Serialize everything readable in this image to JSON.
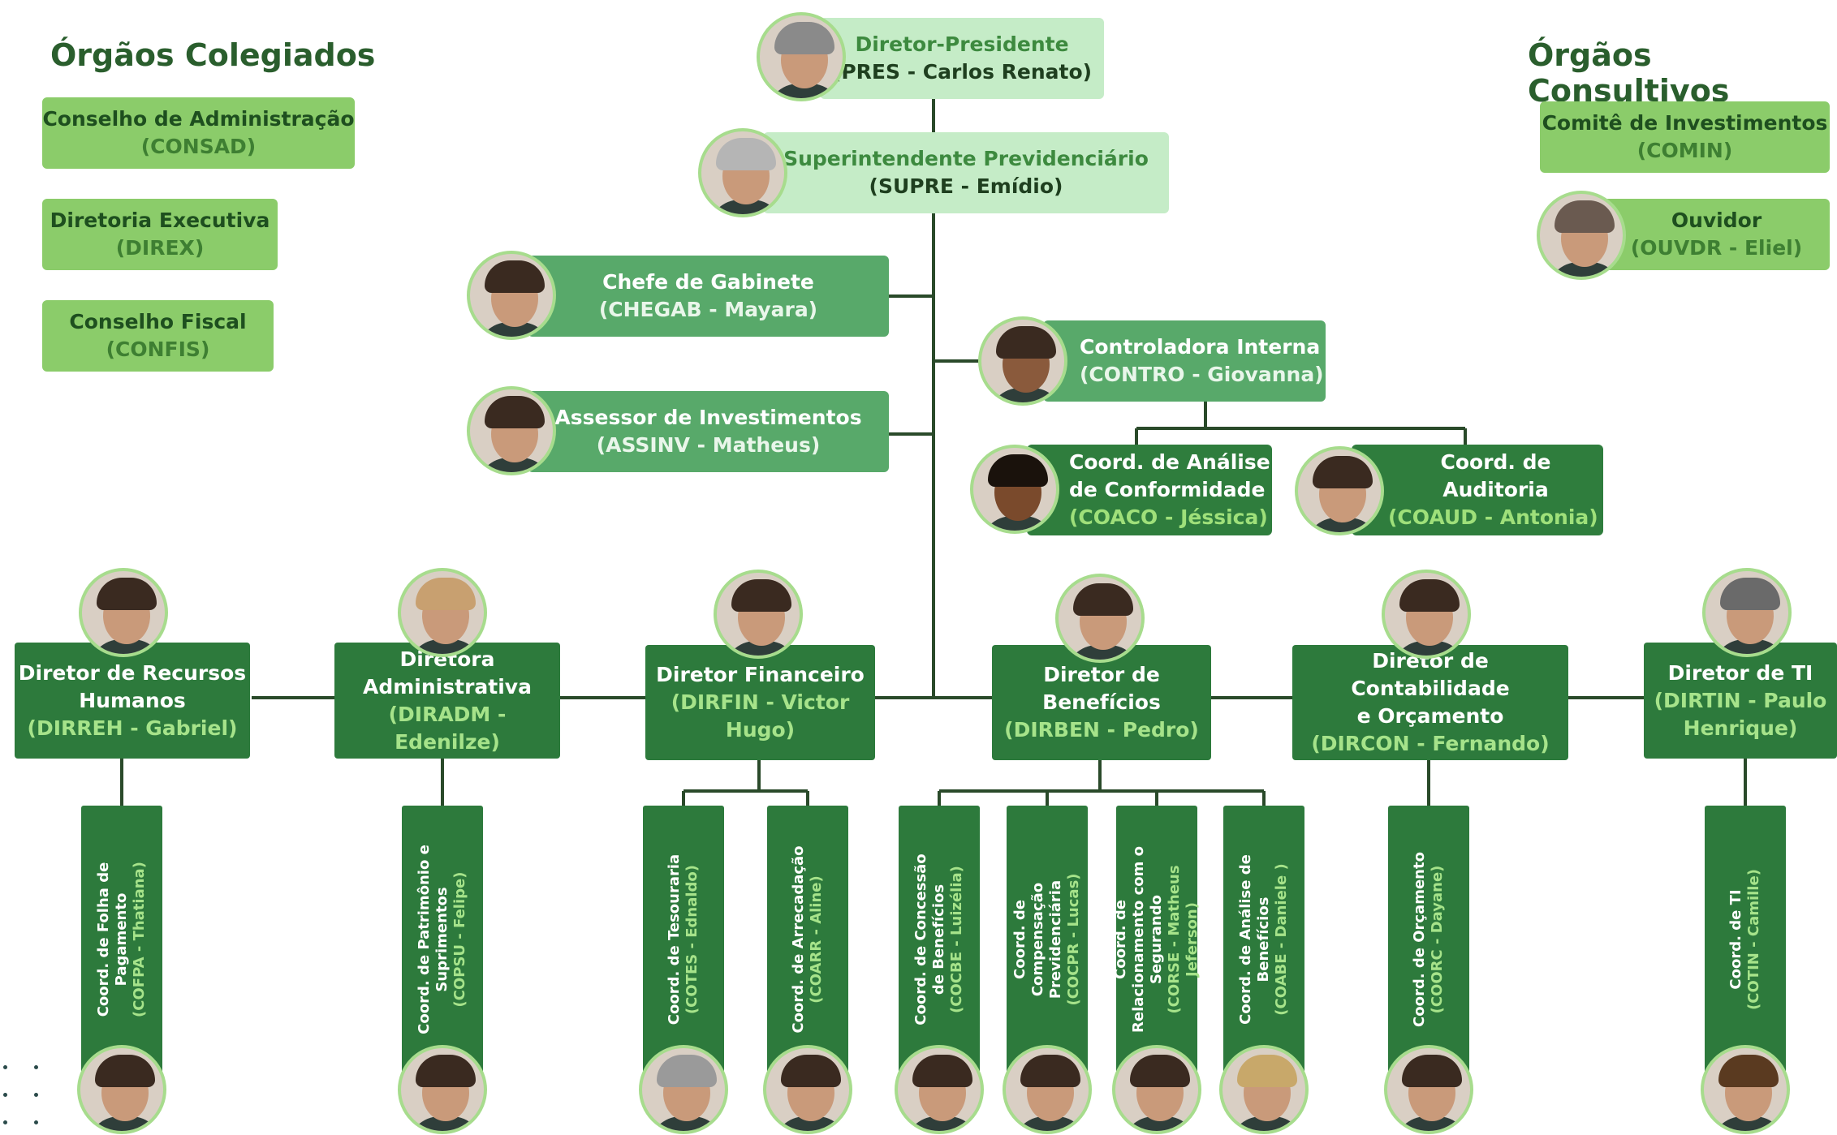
{
  "left_heading": "Órgãos Colegiados",
  "right_heading": "Órgãos Consultivos",
  "colegiados": [
    {
      "name": "Conselho de Administração",
      "acronym": "(CONSAD)"
    },
    {
      "name": "Diretoria Executiva",
      "acronym": "(DIREX)"
    },
    {
      "name": "Conselho Fiscal",
      "acronym": "(CONFIS)"
    }
  ],
  "consultivos": [
    {
      "name": "Comitê de Investimentos",
      "acronym": "(COMIN)"
    },
    {
      "name": "Ouvidor",
      "acronym": "(OUVDR - Eliel)"
    }
  ],
  "president": {
    "title": "Diretor-Presidente",
    "sub": "(PRES - Carlos Renato)"
  },
  "superintendent": {
    "title": "Superintendente Previdenciário",
    "sub": "(SUPRE - Emídio)"
  },
  "chief_cabinet": {
    "title": "Chefe de Gabinete",
    "sub": "(CHEGAB - Mayara)"
  },
  "investment_advisor": {
    "title": "Assessor de Investimentos",
    "sub": "(ASSINV - Matheus)"
  },
  "controller": {
    "title": "Controladora Interna",
    "sub": "(CONTRO - Giovanna)"
  },
  "coaco": {
    "title1": "Coord. de Análise",
    "title2": "de Conformidade",
    "sub": "(COACO - Jéssica)"
  },
  "coaud": {
    "title": "Coord. de Auditoria",
    "sub": "(COAUD - Antonia)"
  },
  "directors": [
    {
      "l1": "Diretor de Recursos",
      "l2": "Humanos",
      "acr": "(DIRREH - Gabriel)"
    },
    {
      "l1": "Diretora",
      "l2": "Administrativa",
      "acr": "(DIRADM - Edenilze)"
    },
    {
      "l1": "Diretor Financeiro",
      "l2": "(DIRFIN - Victor",
      "acr": "Hugo)"
    },
    {
      "l1": "Diretor de",
      "l2": "Benefícios",
      "acr": "(DIRBEN - Pedro)"
    },
    {
      "l1": "Diretor de Contabilidade",
      "l2": "e Orçamento",
      "acr": "(DIRCON - Fernando)"
    },
    {
      "l1": "Diretor de TI",
      "l2": "(DIRTIN - Paulo",
      "acr": "Henrique)"
    }
  ],
  "coordinations": [
    {
      "title": "Coord. de Folha de Pagamento",
      "acr": "(COFPA - Thatiana)"
    },
    {
      "title": "Coord. de Patrimônio e Suprimentos",
      "acr": "(COPSU - Felipe)"
    },
    {
      "title": "Coord. de Tesouraria",
      "acr": "(COTES - Ednaldo)"
    },
    {
      "title": "Coord. de Arrecadação",
      "acr": "(COARR - Aline)"
    },
    {
      "title": "Coord. de Concessão de Benefícios",
      "acr": "(COCBE - Luizélia)"
    },
    {
      "title": "Coord. de Compensação Previdenciária",
      "acr": "(COCPR - Lucas)"
    },
    {
      "title": "Coord. de Relacionamento com o Segurando",
      "acr": "(CORSE - Matheus Jeferson)"
    },
    {
      "title": "Coord. de Análise de Benefícios",
      "acr": "(COABE - Daniele )"
    },
    {
      "title": "Coord. de Orçamento",
      "acr": "(COORC - Dayane)"
    },
    {
      "title": "Coord. de TI",
      "acr": "(COTIN - Camille)"
    }
  ]
}
